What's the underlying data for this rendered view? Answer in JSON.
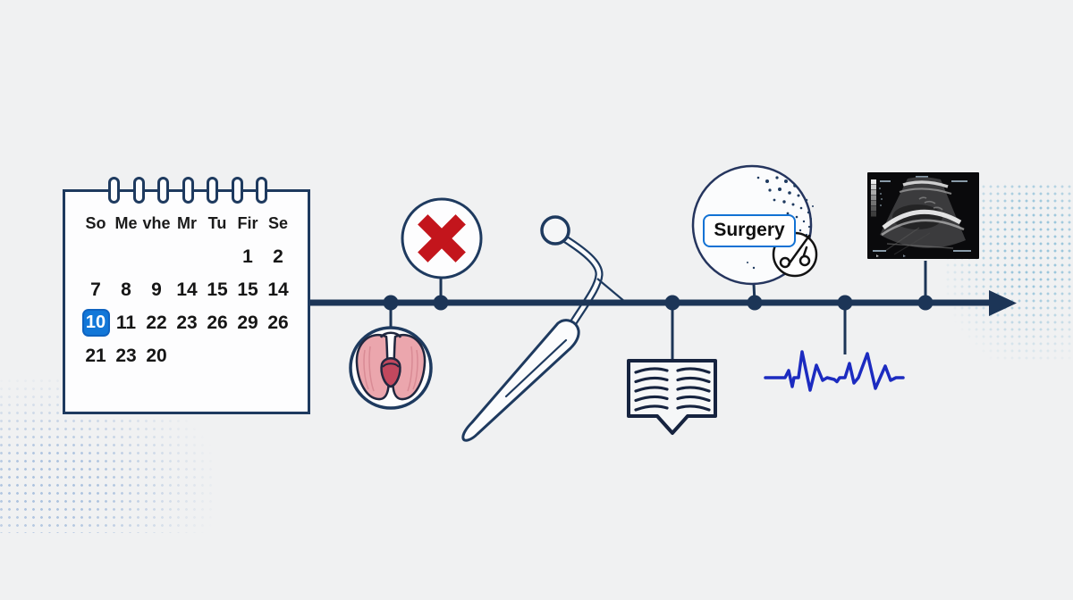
{
  "background_color": "#f0f1f2",
  "accent_colors": {
    "navy_line": "#1c3557",
    "outline_navy": "#1e3a5f",
    "selected_blue": "#1277d8",
    "label_border_blue": "#1272d4",
    "cross_red": "#c3151c",
    "ekg_blue": "#1c2bc0",
    "anatomy_pink": "#eba6ad",
    "anatomy_dark_pink": "#c2485e"
  },
  "calendar": {
    "day_headers": [
      "So",
      "Me",
      "vhe",
      "Mr",
      "Tu",
      "Fir",
      "Se"
    ],
    "rows": [
      [
        "",
        "",
        "",
        "",
        "",
        "1",
        "2"
      ],
      [
        "7",
        "8",
        "9",
        "14",
        "15",
        "15",
        "14"
      ],
      [
        "10",
        "11",
        "22",
        "23",
        "26",
        "29",
        "26"
      ],
      [
        "21",
        "23",
        "20",
        "",
        "",
        "",
        ""
      ]
    ],
    "selected_day": "10"
  },
  "surgery": {
    "label": "Surgery"
  },
  "icons": {
    "cancel": "x-icon",
    "anatomy": "throat-anatomy-icon",
    "instrument": "surgical-probe-icon",
    "book": "open-book-icon",
    "scissors": "scissors-icon",
    "heartbeat": "ekg-waveform-icon",
    "ultrasound": "ultrasound-image",
    "timeline": "timeline-arrow"
  }
}
